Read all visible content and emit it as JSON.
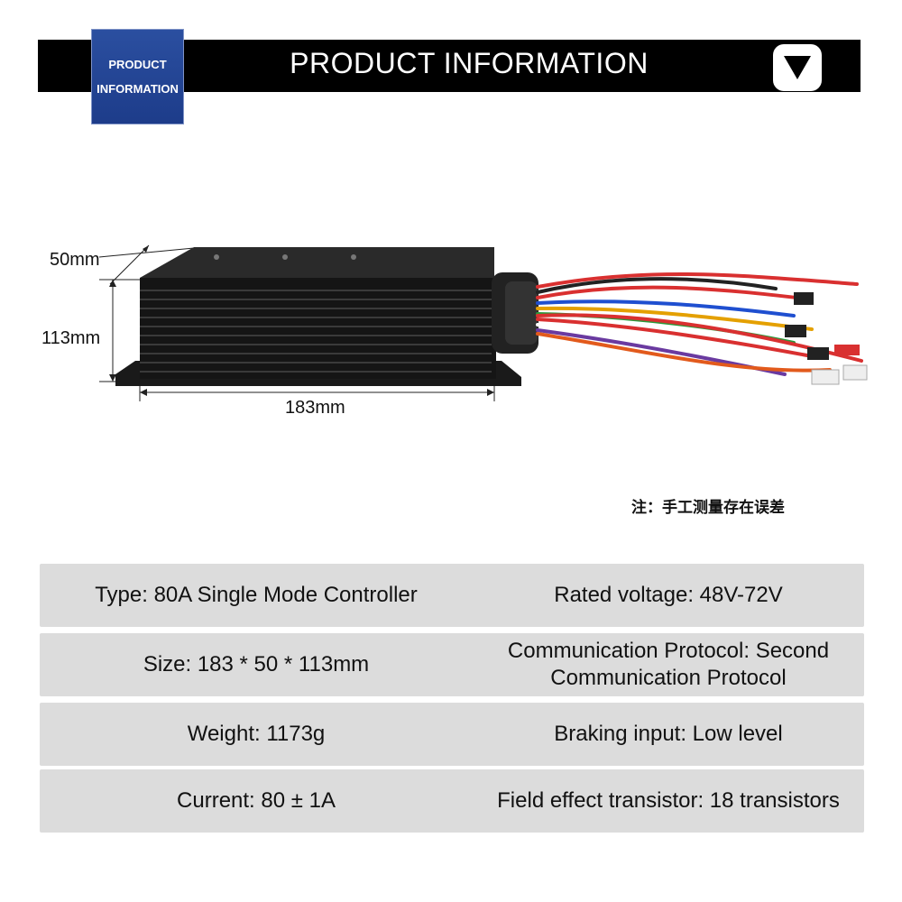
{
  "header": {
    "badge_line1": "PRODUCT",
    "badge_line2": "INFORMATION",
    "title": "PRODUCT INFORMATION",
    "icon": "down-triangle-icon"
  },
  "dimensions": {
    "depth": "50mm",
    "height": "113mm",
    "length": "183mm"
  },
  "note": "注：手工测量存在误差",
  "specs": [
    {
      "left": "Type: 80A Single Mode Controller",
      "right": "Rated voltage: 48V-72V"
    },
    {
      "left": "Size: 183 * 50 * 113mm",
      "right_line1": "Communication Protocol: Second",
      "right_line2": "Communication Protocol"
    },
    {
      "left": "Weight: 1173g",
      "right": "Braking input: Low level"
    },
    {
      "left": "Current: 80 ± 1A",
      "right": "Field effect transistor: 18 transistors"
    }
  ],
  "colors": {
    "header_bg": "#000000",
    "badge_bg": "#1d3c8a",
    "row_bg": "#dcdcdc"
  }
}
